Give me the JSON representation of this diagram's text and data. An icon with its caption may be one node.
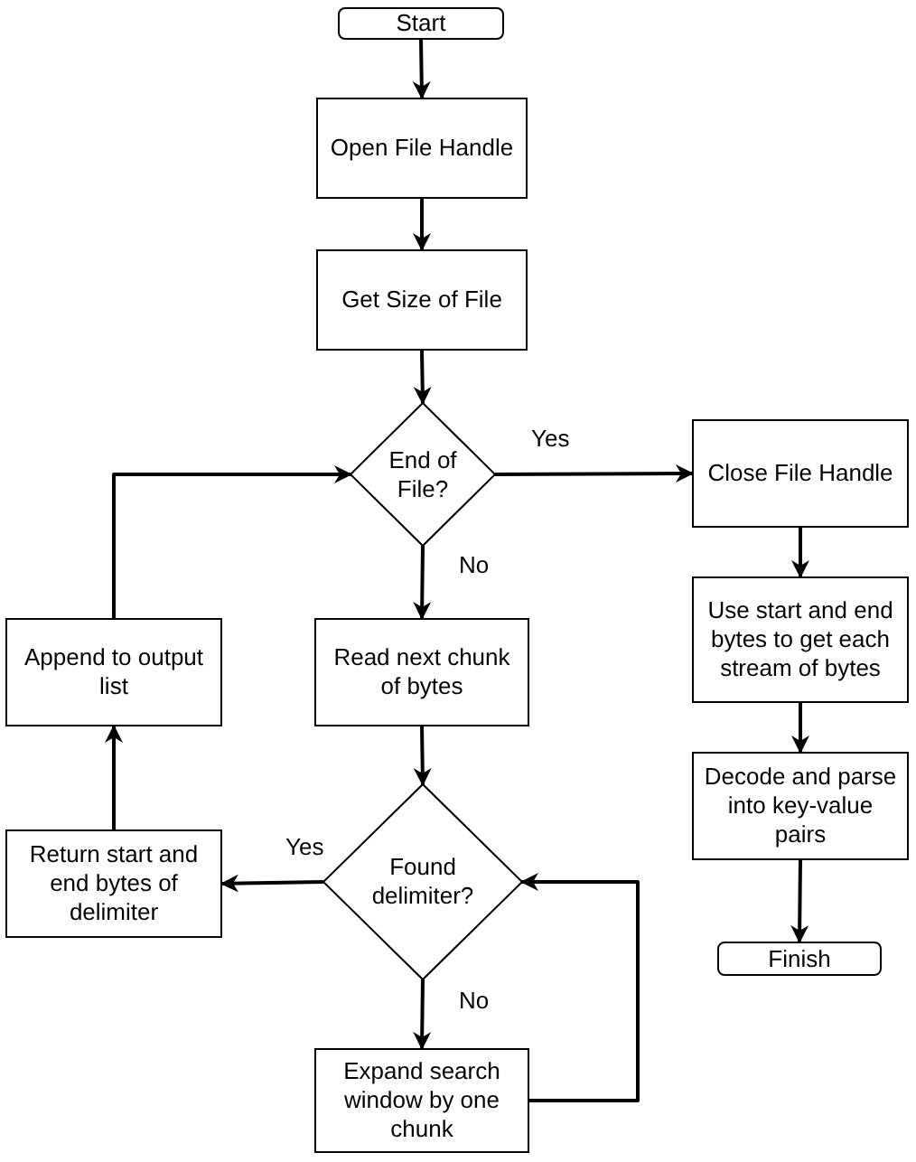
{
  "diagram": {
    "nodes": [
      {
        "text": [
          "Start"
        ]
      },
      {
        "text": [
          "Open File Handle"
        ]
      },
      {
        "text": [
          "Get Size of File"
        ]
      },
      {
        "text": [
          "End of File?"
        ]
      },
      {
        "text": [
          "Close File Handle"
        ]
      },
      {
        "text": [
          "Read next chunk of bytes"
        ]
      },
      {
        "text": [
          "Append to output list"
        ]
      },
      {
        "text": [
          "Use start and end bytes to get each stream of bytes"
        ]
      },
      {
        "text": [
          "Found delimiter?"
        ]
      },
      {
        "text": [
          "Return start and end bytes of delimiter"
        ]
      },
      {
        "text": [
          "Decode and parse into key-value pairs"
        ]
      },
      {
        "text": [
          "Expand search window by one chunk"
        ]
      },
      {
        "text": [
          "Finish"
        ]
      }
    ],
    "edges": [
      {
        "from": 0,
        "to": 1,
        "arrow": "to"
      },
      {
        "from": 1,
        "to": 2,
        "arrow": "to"
      },
      {
        "from": 2,
        "to": 3,
        "arrow": "to"
      },
      {
        "from": 3,
        "to": 4,
        "arrow": "to",
        "label": "Yes"
      },
      {
        "from": 3,
        "to": 5,
        "arrow": "to",
        "label": "No"
      },
      {
        "from": 5,
        "to": 8,
        "arrow": "to"
      },
      {
        "from": 8,
        "to": 9,
        "arrow": "to",
        "label": "Yes"
      },
      {
        "from": 8,
        "to": 11,
        "arrow": "to",
        "label": "No"
      },
      {
        "from": 11,
        "to": 8,
        "arrow": "to"
      },
      {
        "from": 9,
        "to": 6,
        "arrow": "to"
      },
      {
        "from": 6,
        "to": 3,
        "arrow": "to"
      },
      {
        "from": 4,
        "to": 7,
        "arrow": "to"
      },
      {
        "from": 7,
        "to": 10,
        "arrow": "to"
      },
      {
        "from": 10,
        "to": 12,
        "arrow": "to"
      }
    ]
  }
}
